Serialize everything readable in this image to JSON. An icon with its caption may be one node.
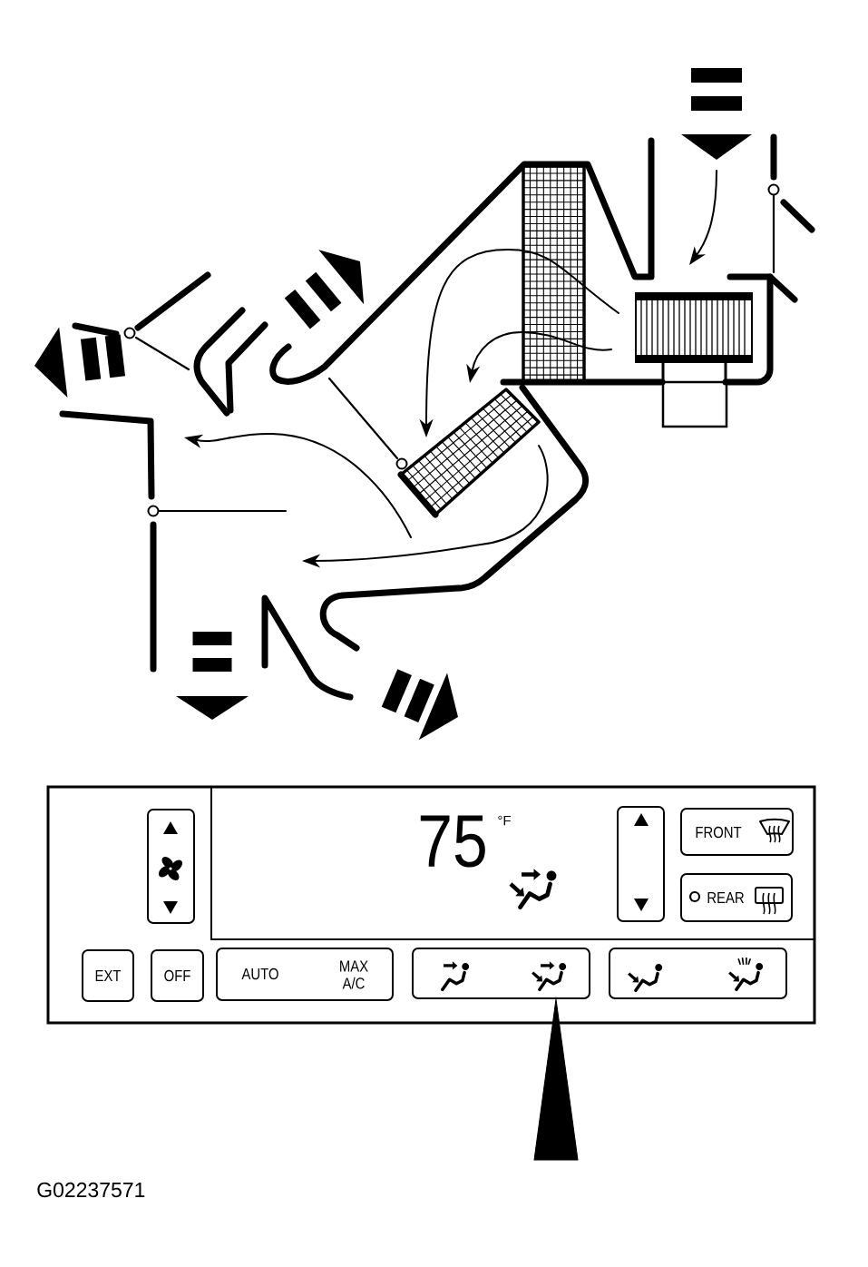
{
  "diagram": {
    "nodes": [
      {
        "text": [],
        "shape": "box"
      },
      {
        "text": [],
        "shape": "box",
        "in": 0
      },
      {
        "text": [
          "75",
          "°F"
        ],
        "in": 0
      },
      {
        "text": [],
        "shape": "box",
        "in": 2
      },
      {
        "text": [
          "FRONT"
        ],
        "in": 2
      },
      {
        "text": [
          "REAR"
        ],
        "in": 2
      },
      {
        "text": [
          "EXT"
        ],
        "in": 0
      },
      {
        "text": [
          "OFF"
        ],
        "in": 0
      },
      {
        "text": [
          "AUTO",
          "MAX A/C"
        ],
        "in": 0
      },
      {
        "text": [],
        "shape": "box",
        "in": 0
      },
      {
        "text": [],
        "shape": "box",
        "in": 0
      }
    ],
    "edges": [
      {
        "from": null,
        "to": 9,
        "arrow": "to"
      }
    ],
    "labels": [
      "G02237571"
    ]
  }
}
